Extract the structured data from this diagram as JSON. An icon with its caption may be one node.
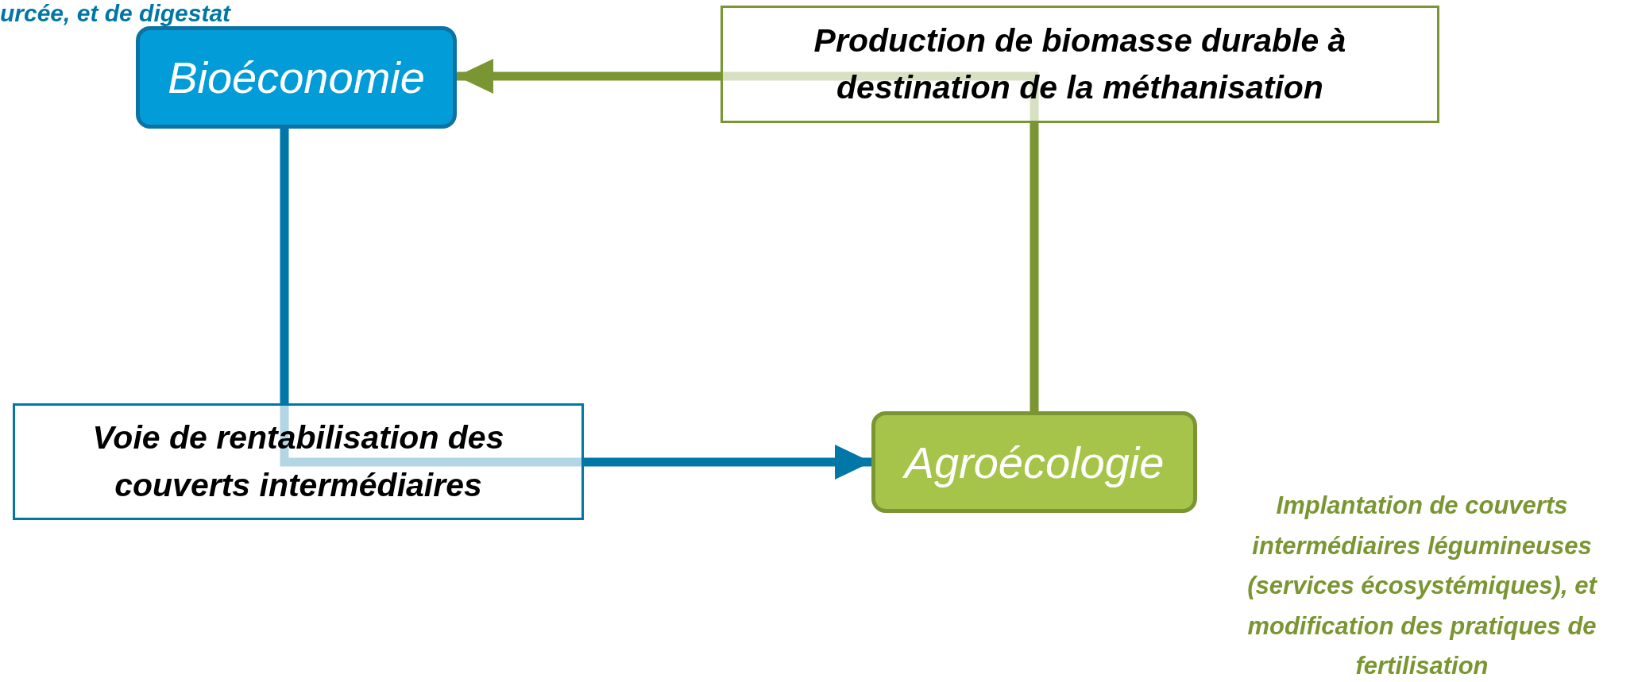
{
  "diagram": {
    "nodes": [
      {
        "text": [
          "Bioéconomie"
        ]
      },
      {
        "text": [
          "Agroécologie"
        ],
        "beside": [
          "Implantation de couverts intermédiaires légumineuses (services écosystémiques), et modification des pratiques de fertilisation"
        ]
      }
    ],
    "edges": [
      {
        "from": 0,
        "to": 1,
        "arrow": "to",
        "label": "Voie de rentabilisation des couverts intermédiaires",
        "color": "#0077a6"
      },
      {
        "from": 1,
        "to": 0,
        "arrow": "to",
        "label": "Production de biomasse durable à destination de la méthanisation",
        "color": "#7a9632"
      }
    ],
    "labels": [
      "urcée, et de digestat"
    ]
  }
}
